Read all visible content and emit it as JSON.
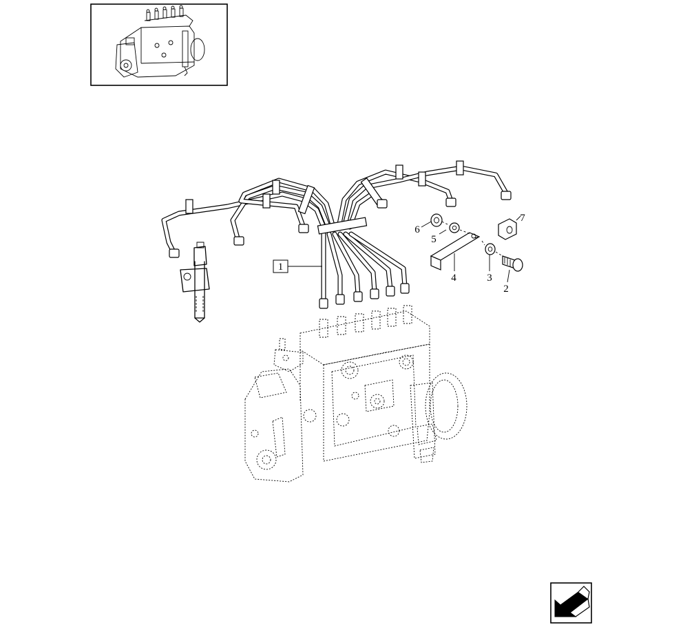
{
  "diagram": {
    "kind": "exploded parts diagram - injection pump delivery pipes",
    "callouts": {
      "part_1": "1",
      "part_2": "2",
      "part_3": "3",
      "part_4": "4",
      "part_5": "5",
      "part_6": "6",
      "part_7": "7"
    }
  },
  "nav": {
    "icon": "return-arrow-icon"
  }
}
